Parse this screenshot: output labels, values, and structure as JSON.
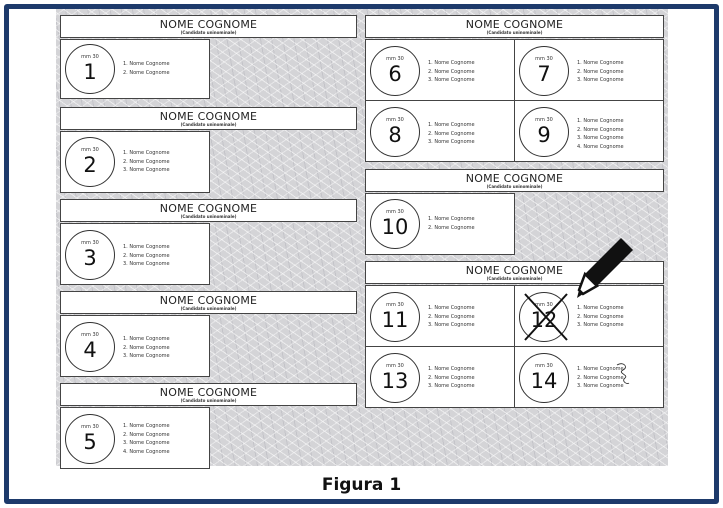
{
  "caption": "Figura 1",
  "header_name": "NOME COGNOME",
  "header_sub": "(Candidato uninominale)",
  "mm_label": "mm 30",
  "lists": {
    "l1": {
      "number": "1",
      "names": [
        "1. Nome Cognome",
        "2. Nome Cognome"
      ]
    },
    "l2": {
      "number": "2",
      "names": [
        "1. Nome Cognome",
        "2. Nome Cognome",
        "3. Nome Cognome"
      ]
    },
    "l3": {
      "number": "3",
      "names": [
        "1. Nome Cognome",
        "2. Nome Cognome",
        "3. Nome Cognome"
      ]
    },
    "l4": {
      "number": "4",
      "names": [
        "1. Nome Cognome",
        "2. Nome Cognome",
        "3. Nome Cognome"
      ]
    },
    "l5": {
      "number": "5",
      "names": [
        "1. Nome Cognome",
        "2. Nome Cognome",
        "3. Nome Cognome",
        "4. Nome Cognome"
      ]
    },
    "l6": {
      "number": "6",
      "names": [
        "1. Nome Cognome",
        "2. Nome Cognome",
        "3. Nome Cognome"
      ]
    },
    "l7": {
      "number": "7",
      "names": [
        "1. Nome Cognome",
        "2. Nome Cognome",
        "3. Nome Cognome"
      ]
    },
    "l8": {
      "number": "8",
      "names": [
        "1. Nome Cognome",
        "2. Nome Cognome",
        "3. Nome Cognome"
      ]
    },
    "l9": {
      "number": "9",
      "names": [
        "1. Nome Cognome",
        "2. Nome Cognome",
        "3. Nome Cognome",
        "4. Nome Cognome"
      ]
    },
    "l10": {
      "number": "10",
      "names": [
        "1. Nome Cognome",
        "2. Nome Cognome"
      ]
    },
    "l11": {
      "number": "11",
      "names": [
        "1. Nome Cognome",
        "2. Nome Cognome",
        "3. Nome Cognome"
      ]
    },
    "l12": {
      "number": "12",
      "names": [
        "1. Nome Cognome",
        "2. Nome Cognome",
        "3. Nome Cognome"
      ]
    },
    "l13": {
      "number": "13",
      "names": [
        "1. Nome Cognome",
        "2. Nome Cognome",
        "3. Nome Cognome"
      ]
    },
    "l14": {
      "number": "14",
      "names": [
        "1. Nome Cognome",
        "2. Nome Cognome",
        "3. Nome Cognome"
      ]
    }
  },
  "colors": {
    "frame": "#1d3a6b",
    "ballot_bg": "#d4d4d7",
    "ink": "#111111"
  },
  "icons": {
    "pencil": "pencil-icon",
    "cross_mark": "cross-mark-icon"
  }
}
